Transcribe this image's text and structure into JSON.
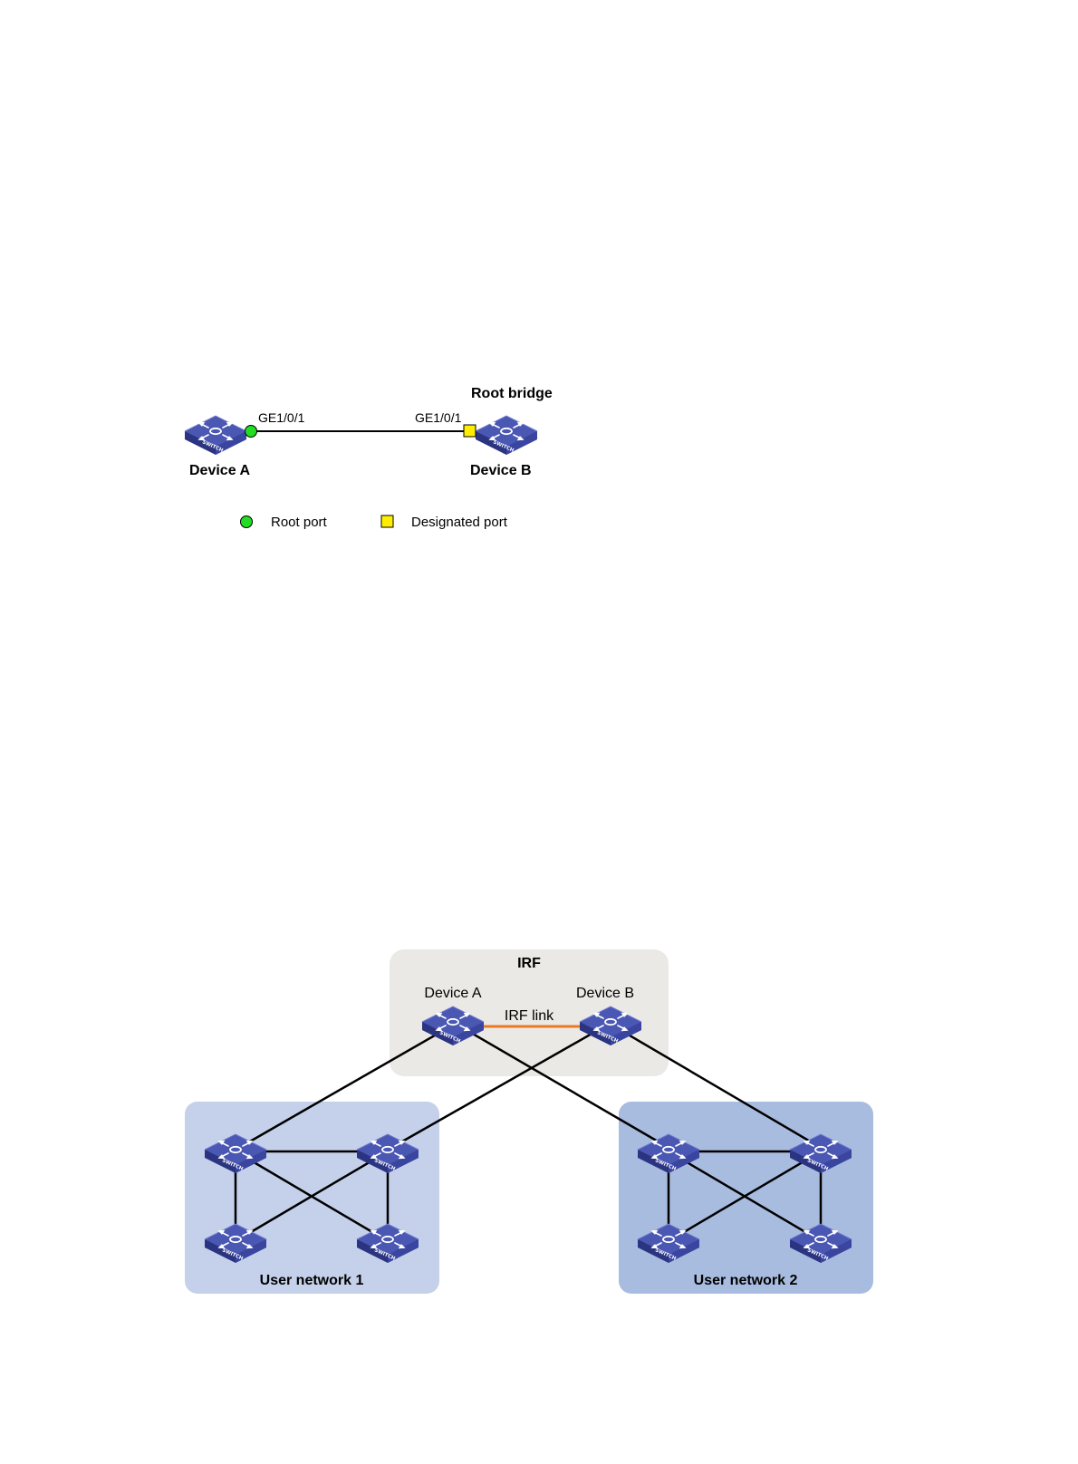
{
  "diagram1": {
    "root_bridge_label": "Root bridge",
    "device_a": {
      "name": "Device A",
      "port": "GE1/0/1"
    },
    "device_b": {
      "name": "Device B",
      "port": "GE1/0/1"
    },
    "switch_text": "SWITCH",
    "legend": {
      "root_port": "Root port",
      "designated_port": "Designated port"
    },
    "colors": {
      "root_port": "#22dd22",
      "designated_port": "#ffee00",
      "link": "#000000"
    }
  },
  "diagram2": {
    "irf_title": "IRF",
    "device_a": "Device A",
    "device_b": "Device B",
    "irf_link": "IRF link",
    "user_network_1": "User network 1",
    "user_network_2": "User network 2",
    "switch_text": "SWITCH",
    "colors": {
      "irf_box": "#ebe9e6",
      "net1_box": "#c5d1ea",
      "net2_box": "#a8bce0",
      "irf_link": "#ee7722",
      "switch_top": "#4a57b3",
      "switch_side": "#2b3480"
    }
  }
}
